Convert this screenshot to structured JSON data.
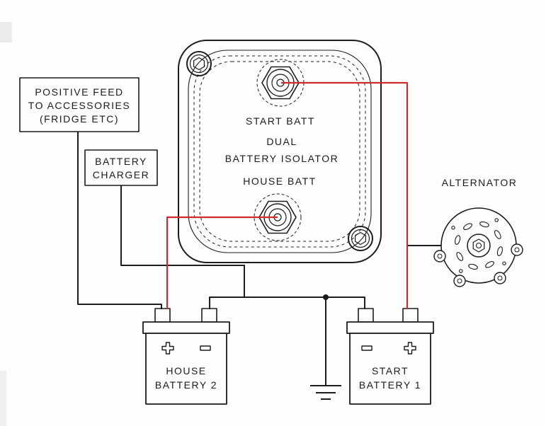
{
  "colors": {
    "wire_red": "#cc2d29",
    "line": "#1c1c1e"
  },
  "accessory_feed": {
    "line1": "POSITIVE FEED",
    "line2": "TO ACCESSORIES",
    "line3": "(FRIDGE ETC)"
  },
  "charger": {
    "line1": "BATTERY",
    "line2": "CHARGER"
  },
  "isolator": {
    "start_terminal": "START BATT",
    "name_line1": "DUAL",
    "name_line2": "BATTERY ISOLATOR",
    "house_terminal": "HOUSE BATT"
  },
  "alternator": {
    "label": "ALTERNATOR"
  },
  "house_battery": {
    "line1": "HOUSE",
    "line2": "BATTERY 2"
  },
  "start_battery": {
    "line1": "START",
    "line2": "BATTERY 1"
  }
}
